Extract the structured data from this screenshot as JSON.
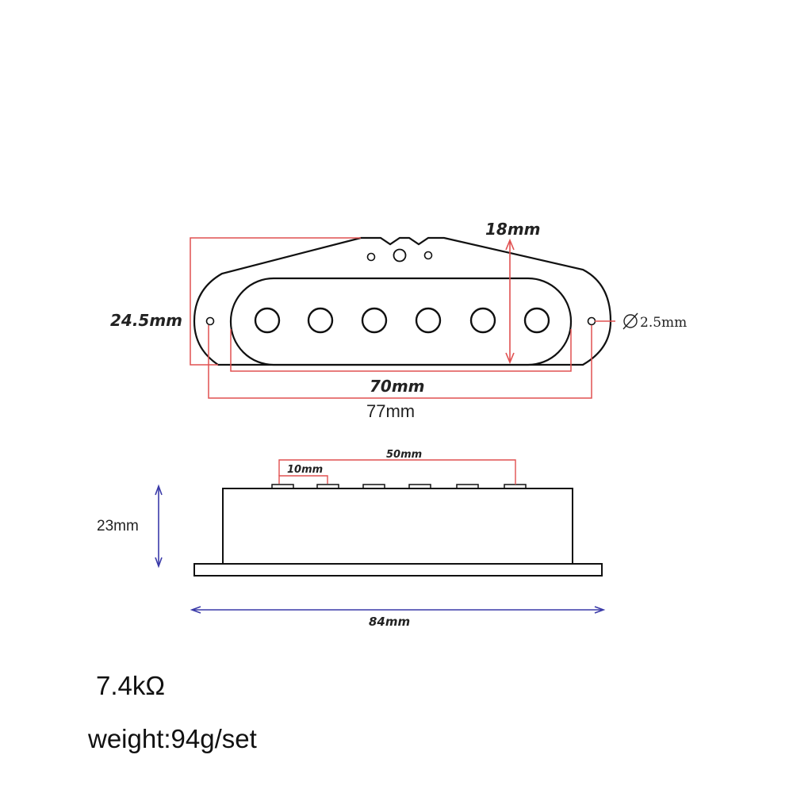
{
  "colors": {
    "outline": "#111111",
    "dimension_red": "#e05050",
    "dimension_blue": "#3a3aa8"
  },
  "top_view": {
    "label_height_outer": "24.5mm",
    "label_height_inner": "18mm",
    "label_width_inner": "70mm",
    "label_width_outer": "77mm",
    "label_hole_diameter": "2.5mm"
  },
  "side_view": {
    "label_pole_pitch": "10mm",
    "label_pole_span": "50mm",
    "label_height": "23mm",
    "label_length": "84mm"
  },
  "specs": {
    "resistance": "7.4kΩ",
    "weight": "weight:94g/set"
  }
}
